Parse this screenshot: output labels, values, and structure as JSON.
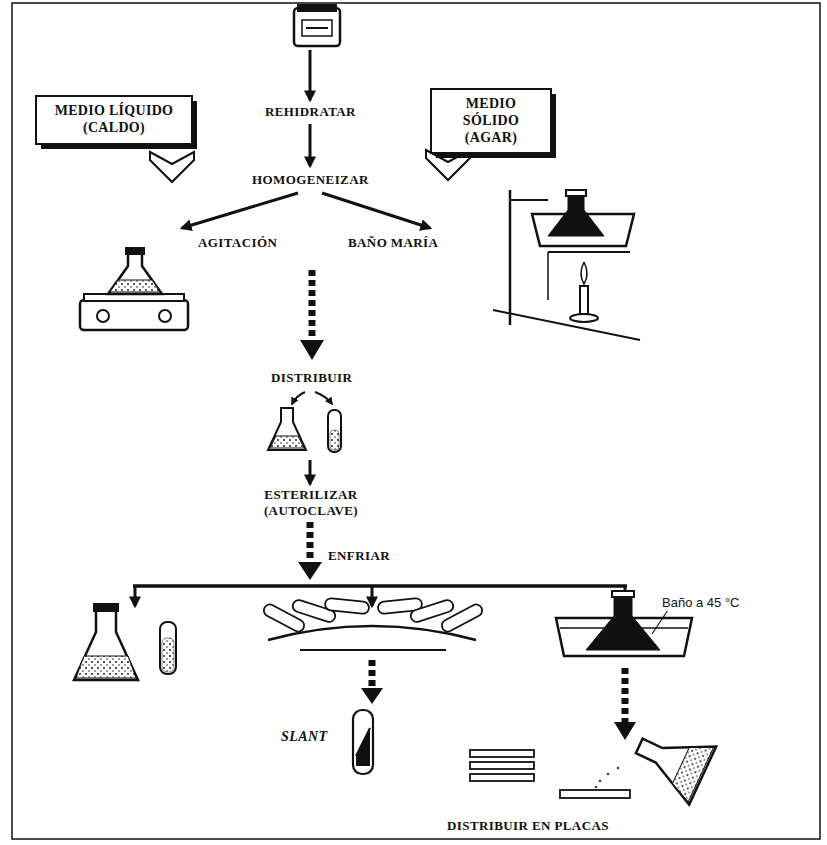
{
  "diagram": {
    "nodes": [
      {
        "text": [
          "MEDIO LÍQUIDO (CALDO)"
        ]
      },
      {
        "text": [
          "MEDIO SÓLIDO (AGAR)"
        ]
      }
    ],
    "labels": [
      "REHIDRATAR",
      "HOMOGENEIZAR",
      "AGITACIÓN",
      "BAÑO MARÍA",
      "DISTRIBUIR",
      "ESTERILIZAR (AUTOCLAVE)",
      "ENFRIAR",
      "Baño a 45 °C",
      "SLANT",
      "DISTRIBUIR EN PLACAS"
    ]
  }
}
